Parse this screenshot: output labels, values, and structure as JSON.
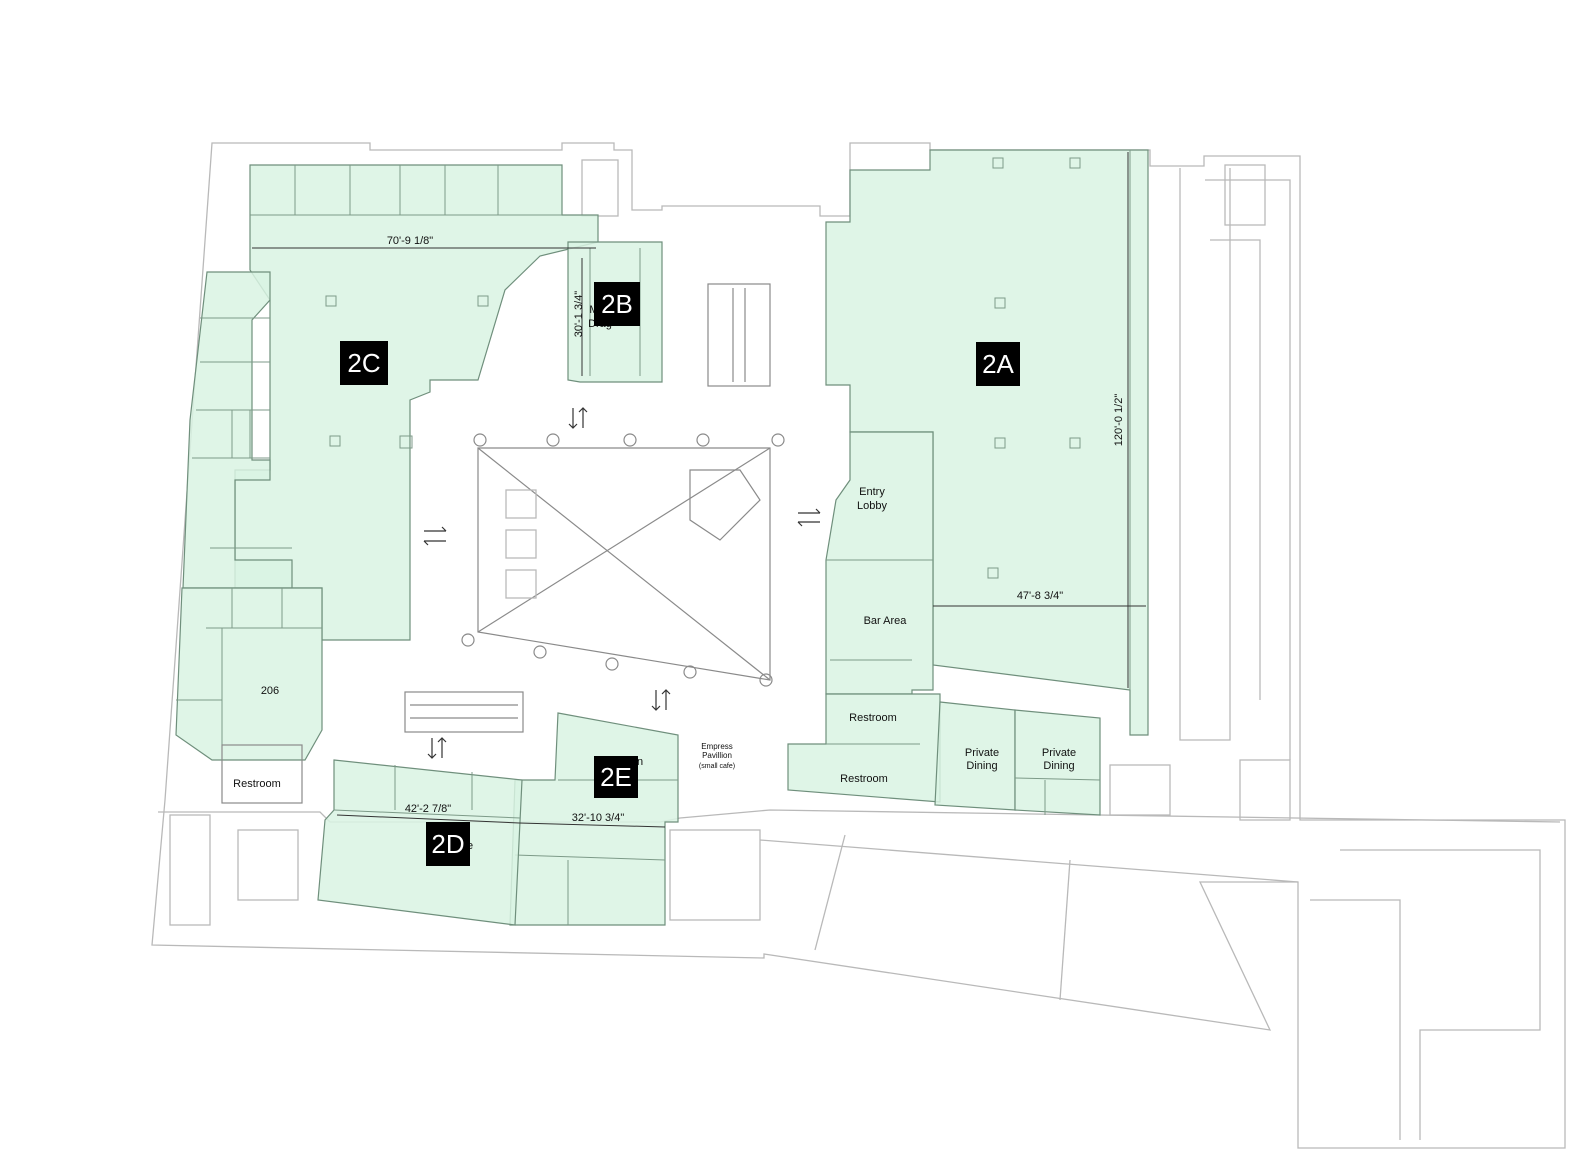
{
  "zones": {
    "z2a": "2A",
    "z2b": "2B",
    "z2c": "2C",
    "z2d": "2D",
    "z2e": "2E"
  },
  "dimensions": {
    "d2c_width": "70'-9 1/8\"",
    "d2b_height": "30'-1 3/4\"",
    "d2a_height": "120'-0 1/2\"",
    "d2a_width": "47'-8 3/4\"",
    "d2d_width": "42'-2 7/8\"",
    "d2e_width": "32'-10 3/4\""
  },
  "rooms": {
    "entry_lobby_line1": "Entry",
    "entry_lobby_line2": "Lobby",
    "bar_area": "Bar Area",
    "room_206": "206",
    "restroom_west": "Restroom",
    "restroom_east_upper": "Restroom",
    "restroom_east_lower": "Restroom",
    "private_dining_1_line1": "Private",
    "private_dining_1_line2": "Dining",
    "private_dining_2_line1": "Private",
    "private_dining_2_line2": "Dining",
    "empress_line1": "Empress",
    "empress_line2": "Pavillion",
    "empress_line3": "(small cafe)",
    "partial_2b_1": "M",
    "partial_2b_2": "Drag",
    "partial_2e": "n",
    "partial_2d": "e"
  },
  "colors": {
    "room_fill": "#d9f3e3",
    "room_stroke": "#6f8f7c",
    "wall": "#b9b9b9",
    "badge": "#000000",
    "badge_text": "#ffffff"
  }
}
